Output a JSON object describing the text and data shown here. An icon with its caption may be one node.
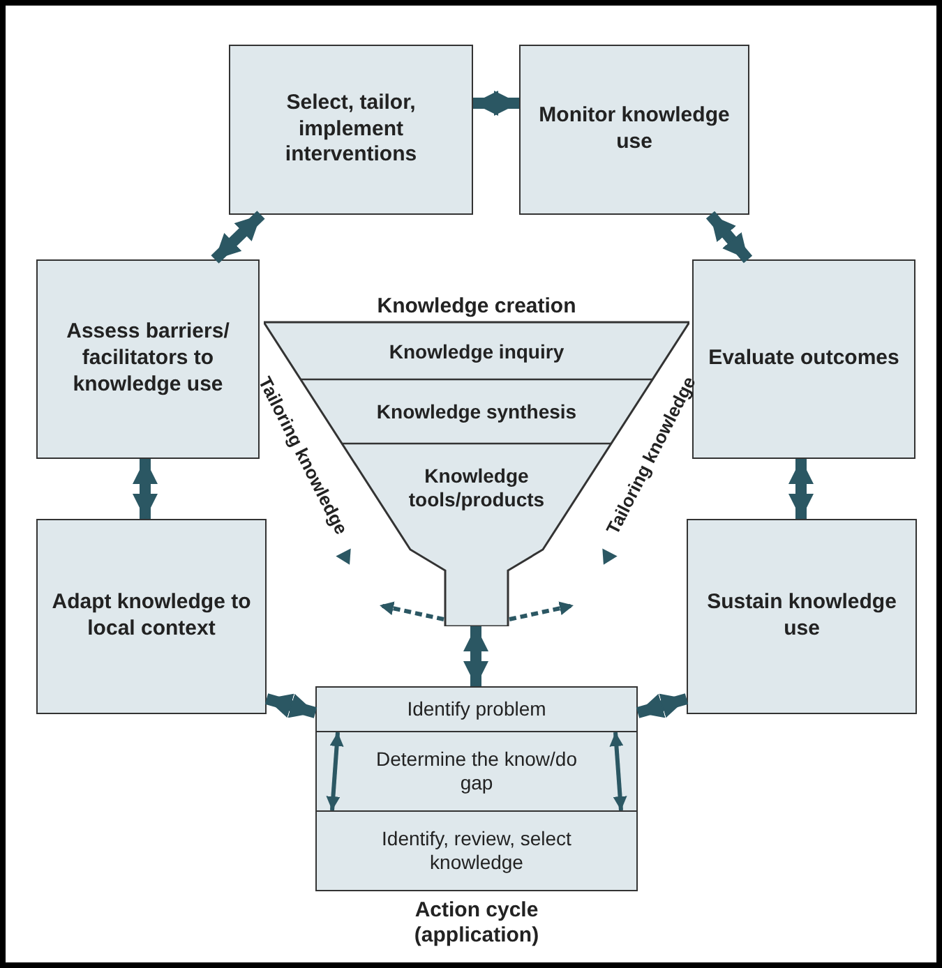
{
  "diagram": {
    "nodes": [
      {
        "text": [
          "Select, tailor, implement interventions"
        ]
      },
      {
        "text": [
          "Monitor knowledge use"
        ]
      },
      {
        "text": [
          "Assess barriers/ facilitators to knowledge use"
        ]
      },
      {
        "text": [
          "Evaluate outcomes"
        ]
      },
      {
        "text": [
          "Knowledge creation"
        ]
      },
      {
        "text": [
          "Knowledge inquiry"
        ],
        "in": 4
      },
      {
        "text": [
          "Knowledge synthesis"
        ],
        "in": 4
      },
      {
        "text": [
          "Knowledge tools/products"
        ],
        "in": 4
      },
      {
        "text": [
          "Adapt knowledge to local context"
        ]
      },
      {
        "text": [
          "Sustain knowledge use"
        ]
      },
      {
        "text": [
          "Action cycle (application)"
        ]
      },
      {
        "text": [
          "Identify problem"
        ],
        "in": 10
      },
      {
        "text": [
          "Determine the know/do gap"
        ],
        "in": 10
      },
      {
        "text": [
          "Identify, review, select knowledge"
        ],
        "in": 10
      }
    ],
    "edges": [
      {
        "from": 2,
        "to": 0,
        "arrow": "both"
      },
      {
        "from": 0,
        "to": 1,
        "arrow": "both"
      },
      {
        "from": 1,
        "to": 3,
        "arrow": "both"
      },
      {
        "from": 3,
        "to": 9,
        "arrow": "both"
      },
      {
        "from": 9,
        "to": 10,
        "arrow": "both"
      },
      {
        "from": 10,
        "to": 8,
        "arrow": "both"
      },
      {
        "from": 8,
        "to": 2,
        "arrow": "both"
      },
      {
        "from": 4,
        "to": 11,
        "arrow": "both"
      },
      {
        "from": 11,
        "to": 13,
        "arrow": "both"
      },
      {
        "from": 11,
        "to": 13,
        "arrow": "both"
      },
      {
        "from": 4,
        "to": null,
        "arrow": "to",
        "style": "dashed"
      },
      {
        "from": 4,
        "to": null,
        "arrow": "to",
        "style": "dashed"
      }
    ],
    "labels": [
      "Tailoring knowledge",
      "Tailoring knowledge"
    ]
  }
}
